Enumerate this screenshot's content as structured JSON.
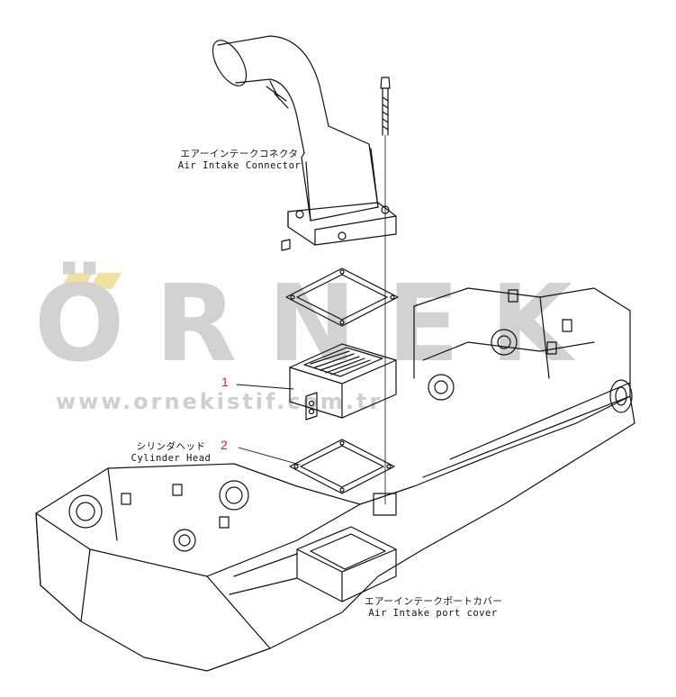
{
  "watermark": {
    "logo": "ÖRNEK",
    "url": "www.ornekistif.com.tr"
  },
  "callouts": [
    {
      "number": "1"
    },
    {
      "number": "2"
    }
  ],
  "labels": {
    "air_intake_connector_jp": "エアーインテークコネクタ",
    "air_intake_connector_en": "Air Intake Connector",
    "cylinder_head_jp": "シリンダヘッド",
    "cylinder_head_en": "Cylinder Head",
    "air_intake_port_cover_jp": "エアーインテークポートカバー",
    "air_intake_port_cover_en": "Air Intake port cover"
  },
  "colors": {
    "line": "#111111",
    "callout": "#dd2222",
    "watermark": "#d2d2d2",
    "watermark_accent": "#f2e2a0"
  }
}
